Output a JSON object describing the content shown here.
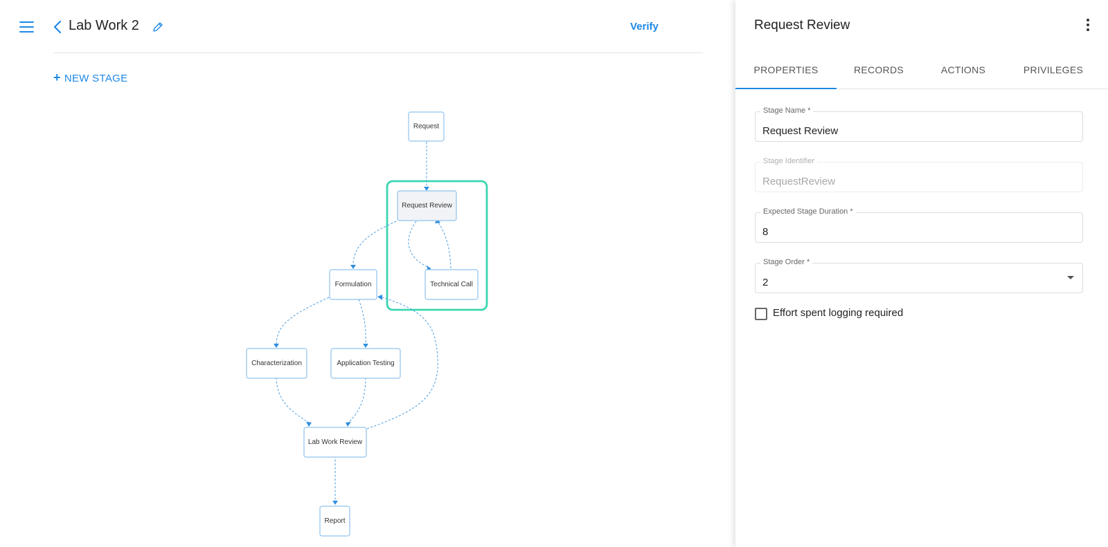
{
  "header": {
    "title": "Lab Work 2",
    "verify_label": "Verify",
    "new_stage_plus": "+",
    "new_stage_label": "NEW STAGE"
  },
  "diagram": {
    "nodes": {
      "request": "Request",
      "request_review": "Request Review",
      "formulation": "Formulation",
      "technical_call": "Technical Call",
      "characterization": "Characterization",
      "application_testing": "Application Testing",
      "lab_work_review": "Lab Work Review",
      "report": "Report"
    },
    "selected": "request_review"
  },
  "panel": {
    "title": "Request Review",
    "tabs": [
      {
        "label": "PROPERTIES",
        "active": true
      },
      {
        "label": "RECORDS",
        "active": false
      },
      {
        "label": "ACTIONS",
        "active": false
      },
      {
        "label": "PRIVILEGES",
        "active": false
      }
    ],
    "fields": {
      "stage_name": {
        "label": "Stage Name *",
        "value": "Request Review"
      },
      "stage_identifier": {
        "label": "Stage Identifier",
        "value": "RequestReview"
      },
      "expected_duration": {
        "label": "Expected Stage Duration *",
        "value": "8"
      },
      "stage_order": {
        "label": "Stage Order *",
        "value": "2"
      }
    },
    "effort_logging_label": "Effort spent logging required",
    "effort_logging_checked": false
  },
  "colors": {
    "accent": "#1e88e5",
    "highlight": "#3ad6b0",
    "node_border": "#90c2ee"
  }
}
